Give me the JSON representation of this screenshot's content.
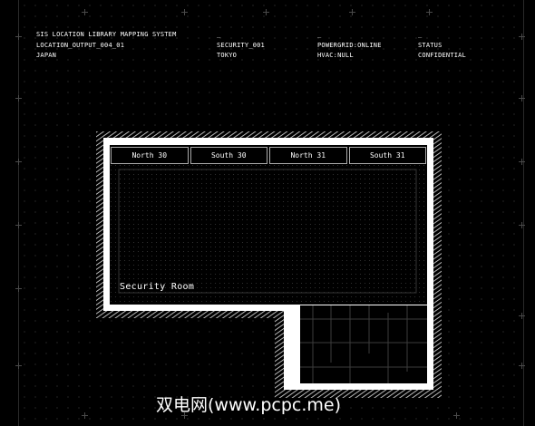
{
  "header": {
    "col1": [
      "SIS LOCATION LIBRARY MAPPING SYSTEM",
      "LOCATION_OUTPUT_004_01",
      "JAPAN"
    ],
    "col2": [
      "_",
      "SECURITY_001",
      "TOKYO"
    ],
    "col3": [
      "_",
      "POWERGRID:ONLINE",
      "HVAC:NULL"
    ],
    "col4": [
      "_",
      "STATUS",
      "CONFIDENTIAL"
    ]
  },
  "tabs": [
    "North 30",
    "South 30",
    "North 31",
    "South 31"
  ],
  "room": {
    "label": "Security Room"
  },
  "watermark": "双电网(www.pcpc.me)"
}
